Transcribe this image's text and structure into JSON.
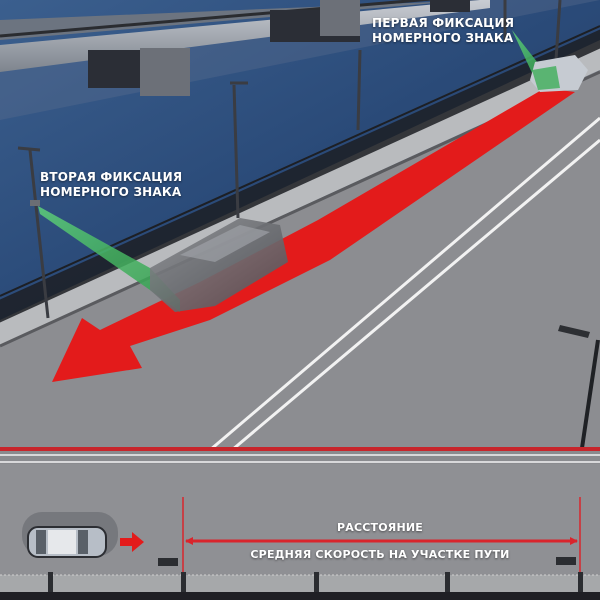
{
  "scene": {
    "title": "Average speed control diagram",
    "colors": {
      "accent_red": "#e31b1b",
      "zone_green": "#3fae5a",
      "water": "#2f4f7a",
      "asphalt": "#8c8d91",
      "lane_marking": "#ffffff",
      "separator_red": "#c8252b"
    }
  },
  "labels": {
    "first_capture": {
      "line1": "ПЕРВАЯ ФИКСАЦИЯ",
      "line2": "НОМЕРНОГО ЗНАКА"
    },
    "second_capture": {
      "line1": "ВТОРАЯ ФИКСАЦИЯ",
      "line2": "НОМЕРНОГО ЗНАКА"
    }
  },
  "top_view": {
    "distance_label": "РАССТОЯНИЕ",
    "speed_label": "СРЕДНЯЯ СКОРОСТЬ НА УЧАСТКЕ ПУТИ"
  },
  "icons": {
    "camera": "camera-icon",
    "arrow": "red-direction-arrow",
    "car": "car-icon",
    "street_lamp": "street-lamp-icon"
  }
}
